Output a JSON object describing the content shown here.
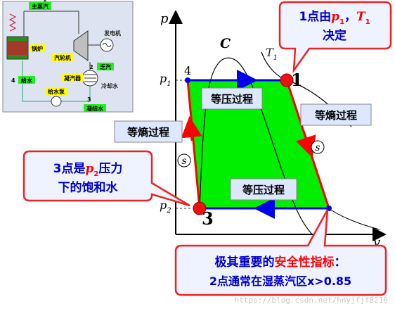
{
  "schematic": {
    "label_main_steam": "主蒸汽",
    "label_boiler": "锅炉",
    "label_turbine": "汽轮机",
    "label_generator": "发电机",
    "label_exhaust": "乏汽",
    "label_condenser": "凝汽器",
    "label_cooling_water": "冷却水",
    "label_feed_water": "给水",
    "label_feed_pump": "给水泵",
    "label_condensate": "凝结水",
    "point_1": "1",
    "point_2": "2",
    "point_3": "3",
    "point_4": "4"
  },
  "axes": {
    "y_label": "p",
    "x_label": "v",
    "p1_label": "p",
    "p1_sub": "1",
    "p2_label": "p",
    "p2_sub": "2",
    "t1_label": "T",
    "t1_sub": "1",
    "critical_label": "C"
  },
  "points": {
    "p1": "1",
    "p3": "3",
    "p4": "4"
  },
  "process_labels": {
    "top_isobaric": "等压过程",
    "bottom_isobaric": "等压过程",
    "right_isentropic": "等熵过程",
    "left_isentropic": "等熵过程",
    "s_symbol": "s"
  },
  "callouts": {
    "top_right_prefix": "1点由",
    "top_right_var1": "p",
    "top_right_var1_sub": "1",
    "top_right_sep": "，",
    "top_right_var2": "T",
    "top_right_var2_sub": "1",
    "top_right_line2": "决定",
    "left_prefix": "3点是",
    "left_var": "p",
    "left_var_sub": "2",
    "left_suffix": "压力",
    "left_line2": "下的饱和水",
    "bottom_line1_a": "极其重要的",
    "bottom_line1_b": "安全性指标",
    "bottom_line1_c": "：",
    "bottom_line2": "2点通常在湿蒸汽区x>0.85"
  },
  "watermark": "https://blog.csdn.net/hnyjfjf8216",
  "colors": {
    "cycle_fill": "#00ee00",
    "cycle_edge": "#ff0000",
    "isobar": "#0000ee",
    "box_fill": "#dde8ff",
    "callout_fill": "#eef3ff",
    "callout_border": "#ee2222",
    "red_text": "#ff0000",
    "blue_text": "#0000cc",
    "label_green": "#22ee22",
    "label_yellow": "#ffff00"
  }
}
